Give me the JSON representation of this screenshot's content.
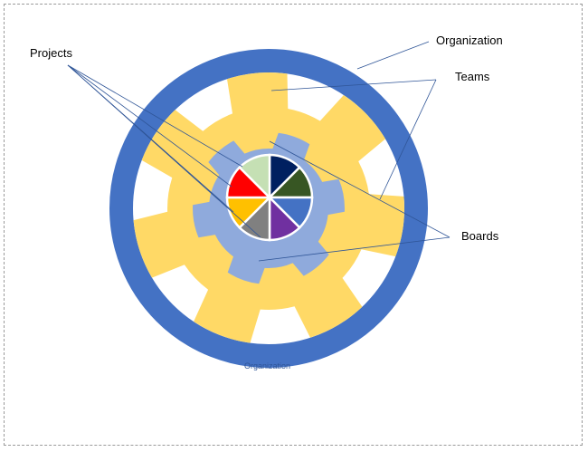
{
  "callouts": {
    "organization": "Organization",
    "teams": "Teams",
    "projects": "Projects",
    "boards": "Boards"
  },
  "ring_caption": "Organization",
  "colors": {
    "ring": "#4472c4",
    "teams_gear": "#ffd966",
    "boards_gear": "#8faadc",
    "leader_line": "#2f5597",
    "border": "#9a9a9a"
  },
  "project_segment_colors": [
    "#002060",
    "#375623",
    "#4472c4",
    "#7030a0",
    "#808080",
    "#ffc000",
    "#ff0000",
    "#c5e0b4"
  ]
}
